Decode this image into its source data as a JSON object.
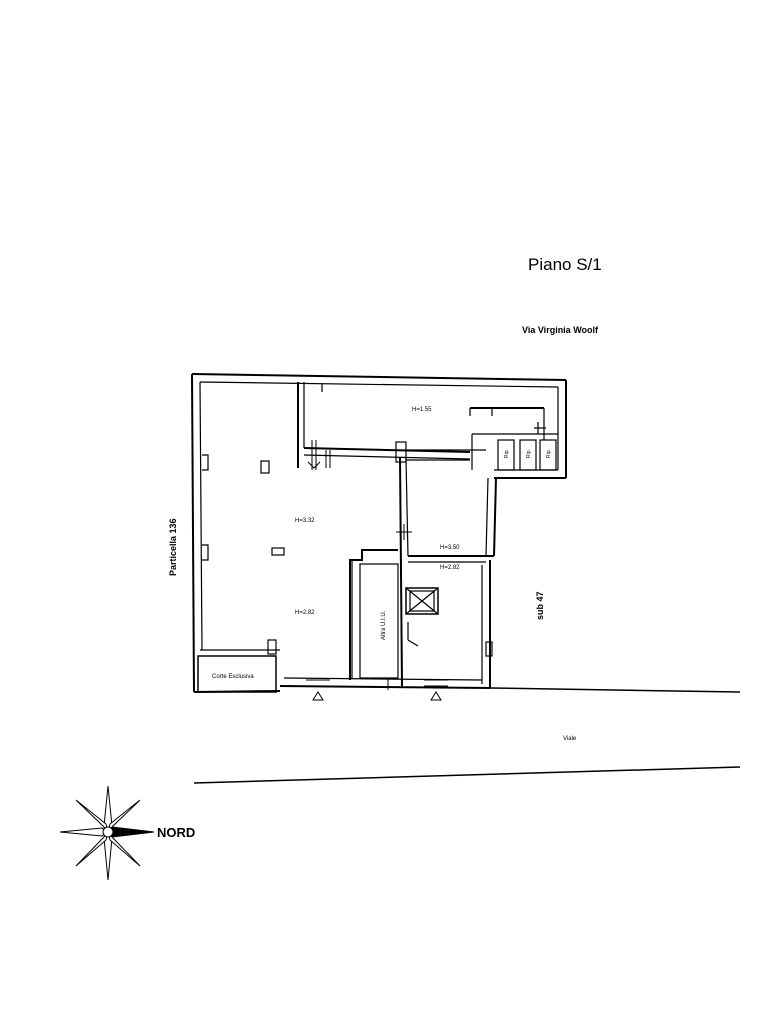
{
  "title": "Piano S/1",
  "street_top": "Via Virginia Woolf",
  "street_bottom": "Viale",
  "left_label": "Particella 136",
  "right_label": "sub 47",
  "rooms": {
    "storage_height": "H=1.55",
    "main_height_upper": "H=3.32",
    "main_height_lower": "H=2.82",
    "mid_height_upper": "H=3.50",
    "mid_height_lower": "H=2.82",
    "other_unit": "Altra U.I.U.",
    "courtyard": "Corte Esclusiva",
    "service_rooms": [
      "Rip.",
      "Rip.",
      "Rip."
    ]
  },
  "compass": {
    "label": "NORD"
  }
}
